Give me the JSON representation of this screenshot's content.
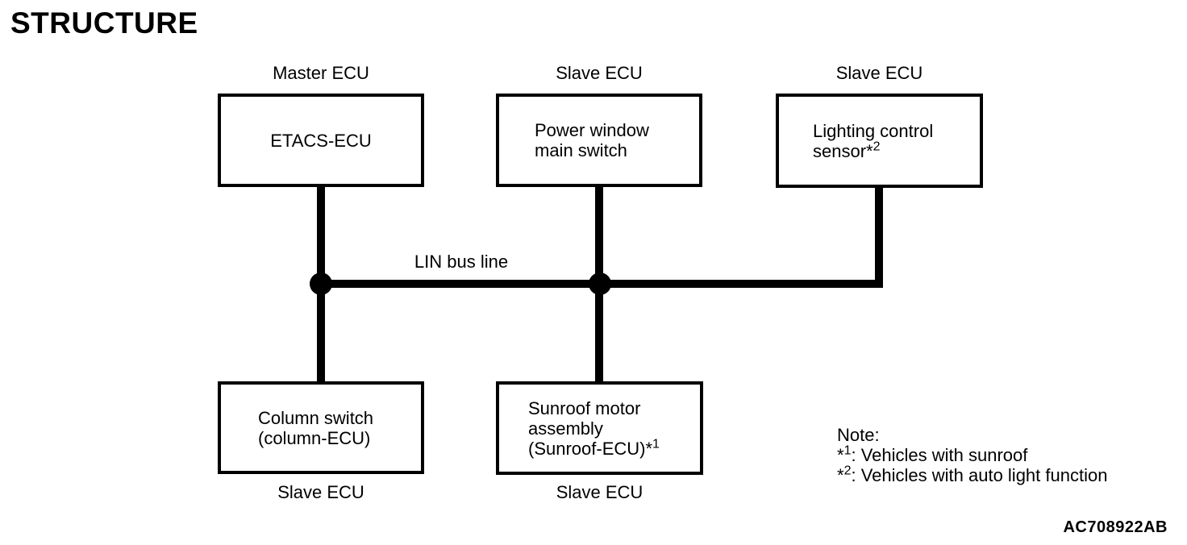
{
  "title": "STRUCTURE",
  "colors": {
    "foreground": "#000000",
    "background": "#ffffff"
  },
  "diagram": {
    "bus_label": "LIN bus line",
    "bus_connects": [
      "ETACS-ECU",
      "Power window main switch",
      "Lighting control sensor",
      "Column switch (column-ECU)",
      "Sunroof motor assembly (Sunroof-ECU)"
    ],
    "nodes": [
      {
        "id": "etacs-ecu",
        "role": "Master ECU",
        "role_position": "top",
        "name_lines": [
          {
            "t": "ETACS-ECU"
          }
        ]
      },
      {
        "id": "power-window-main-switch",
        "role": "Slave ECU",
        "role_position": "top",
        "name_lines": [
          {
            "t": "Power window"
          },
          {
            "t": "main switch"
          }
        ]
      },
      {
        "id": "lighting-control-sensor",
        "role": "Slave ECU",
        "role_position": "top",
        "name_lines": [
          {
            "t": "Lighting control"
          },
          {
            "t": "sensor*",
            "sup": "2"
          }
        ]
      },
      {
        "id": "column-switch",
        "role": "Slave ECU",
        "role_position": "bottom",
        "name_lines": [
          {
            "t": "Column switch"
          },
          {
            "t": "(column-ECU)"
          }
        ]
      },
      {
        "id": "sunroof-motor-assembly",
        "role": "Slave ECU",
        "role_position": "bottom",
        "name_lines": [
          {
            "t": "Sunroof motor"
          },
          {
            "t": "assembly"
          },
          {
            "t": "(Sunroof-ECU)*",
            "sup": "1"
          }
        ]
      }
    ]
  },
  "note": {
    "heading": "Note:",
    "items": [
      {
        "ref_base": "*",
        "ref_sup": "1",
        "text": ": Vehicles with sunroof"
      },
      {
        "ref_base": "*",
        "ref_sup": "2",
        "text": ": Vehicles with auto light function"
      }
    ]
  },
  "figure_code": "AC708922AB"
}
